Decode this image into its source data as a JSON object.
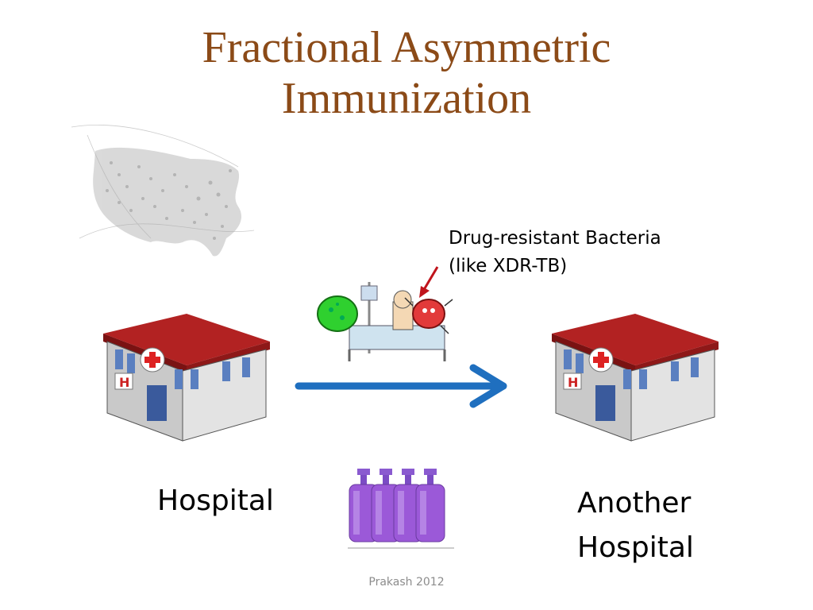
{
  "slide": {
    "title_line1": "Fractional Asymmetric",
    "title_line2": "Immunization",
    "annotation_line1": "Drug-resistant Bacteria",
    "annotation_line2": "(like XDR-TB)",
    "left_label": "Hospital",
    "right_label_line1": "Another",
    "right_label_line2": "Hospital",
    "footer": "Prakash 2012"
  },
  "icons": {
    "map": "usa-network-map-icon",
    "hospital": "hospital-building-icon",
    "patient": "sick-patient-bacteria-icon",
    "soap": "hand-sanitizer-bottles-icon",
    "arrow": "transfer-arrow-icon",
    "pointer": "red-pointer-arrow-icon"
  },
  "colors": {
    "title": "#8B4A17",
    "arrow": "#1F6FBF",
    "pointer": "#C0141C",
    "roof": "#B22222",
    "soap": "#9B59D8"
  }
}
